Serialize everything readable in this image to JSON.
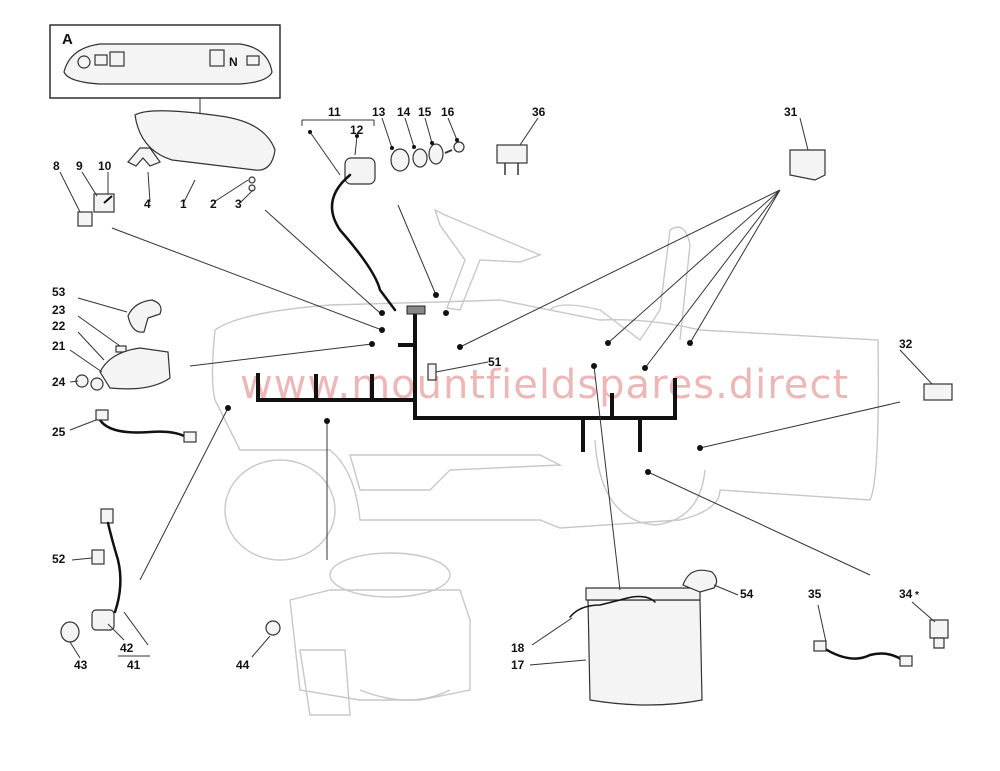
{
  "inset": {
    "label": "A",
    "panel_chars": [
      "N"
    ]
  },
  "watermark": "www.mountfieldspares.direct",
  "callouts": [
    "1",
    "2",
    "3",
    "4",
    "8",
    "9",
    "10",
    "11",
    "12",
    "13",
    "14",
    "15",
    "16",
    "36",
    "31",
    "53",
    "23",
    "22",
    "21",
    "24",
    "25",
    "51",
    "32",
    "52",
    "42",
    "43",
    "41",
    "44",
    "18",
    "17",
    "54",
    "35",
    "34",
    "*"
  ],
  "colors": {
    "ink": "#111111",
    "ghost_outline": "#c8c8c8",
    "watermark": "#e8a0a0"
  }
}
